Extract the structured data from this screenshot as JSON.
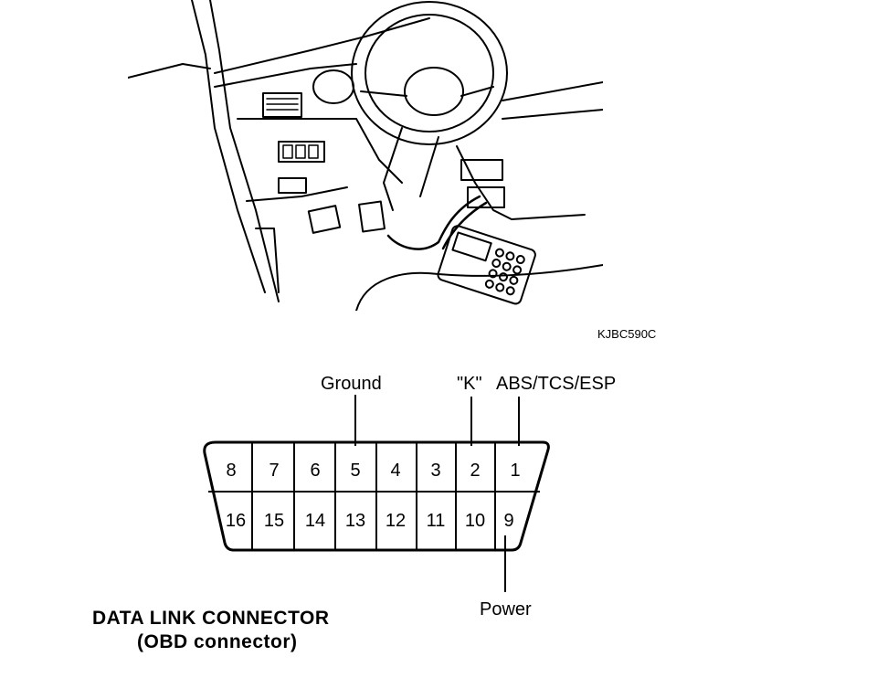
{
  "figure_code": "KJBC590C",
  "labels": {
    "ground": "Ground",
    "k": "\"K\"",
    "abs": "ABS/TCS/ESP",
    "power": "Power"
  },
  "title": {
    "line1": "DATA  LINK  CONNECTOR",
    "line2": "(OBD  connector)"
  },
  "pins_top": [
    "8",
    "7",
    "6",
    "5",
    "4",
    "3",
    "2",
    "1"
  ],
  "pins_bottom": [
    "16",
    "15",
    "14",
    "13",
    "12",
    "11",
    "10",
    "9"
  ]
}
